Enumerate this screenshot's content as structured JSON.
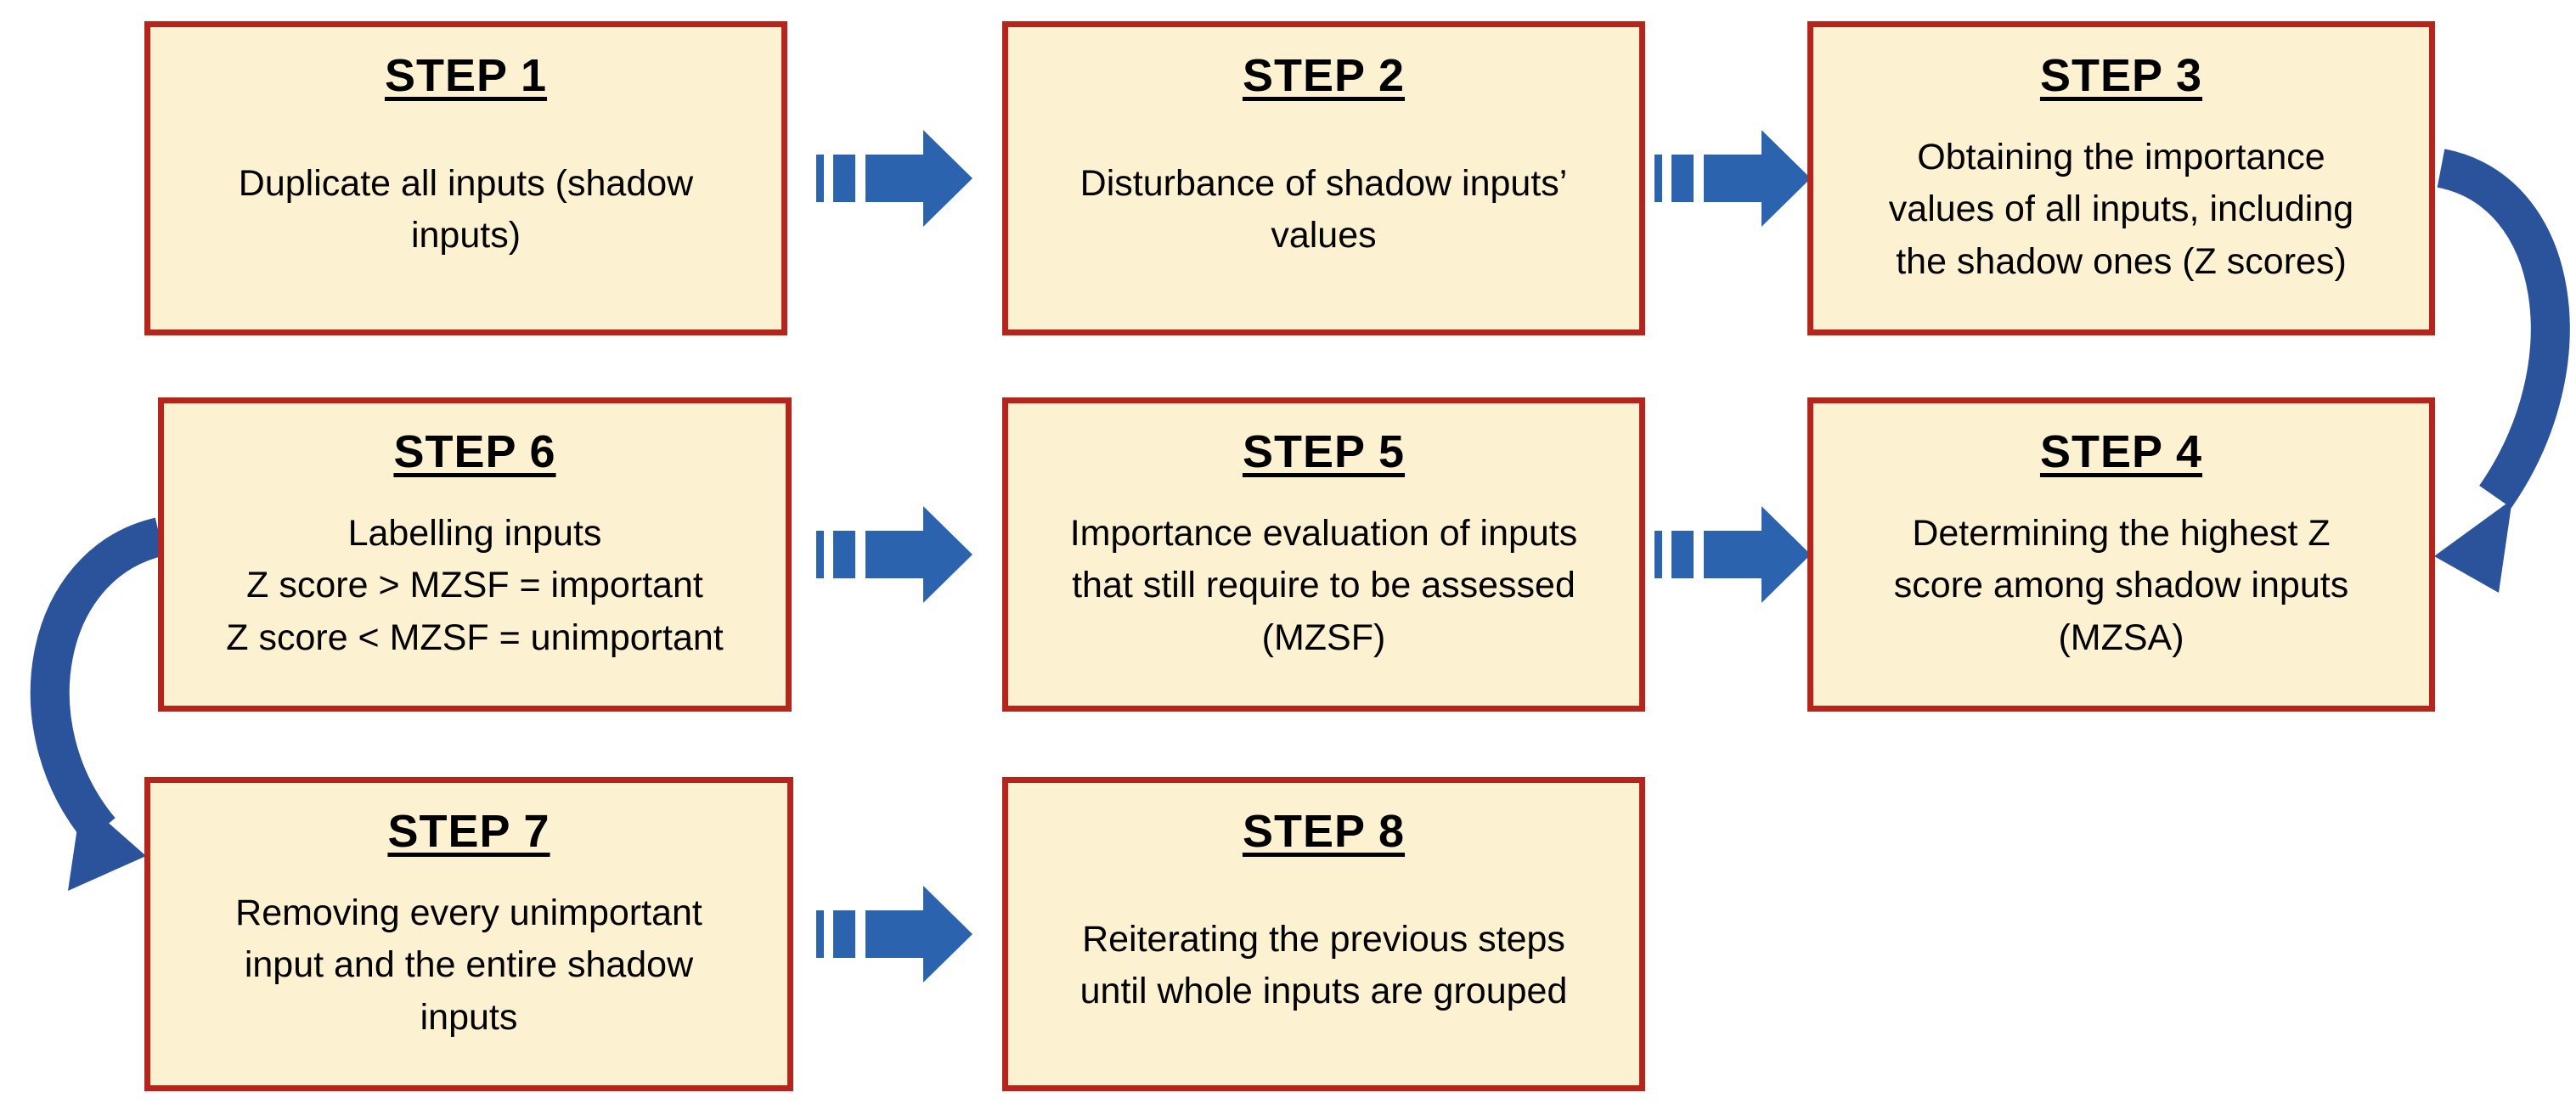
{
  "figure": {
    "type": "flowchart",
    "description": "Eight-step boxed procedure with blue striped arrows and two curved connector arrows"
  },
  "colors": {
    "box_fill": "#fcf1d1",
    "box_border": "#b5251c",
    "straight_arrow": "#2b63ae",
    "curved_arrow": "#2a539b",
    "text": "#000000",
    "page_bg": "#ffffff"
  },
  "steps": [
    {
      "id": 1,
      "title": "STEP 1",
      "body": "Duplicate all inputs (shadow\ninputs)"
    },
    {
      "id": 2,
      "title": "STEP 2",
      "body": "Disturbance of shadow inputs’\nvalues"
    },
    {
      "id": 3,
      "title": "STEP 3",
      "body": "Obtaining the importance\nvalues of all inputs, including\nthe shadow ones (Z scores)"
    },
    {
      "id": 4,
      "title": "STEP 4",
      "body": "Determining the highest Z\nscore among shadow inputs\n(MZSA)"
    },
    {
      "id": 5,
      "title": "STEP 5",
      "body": "Importance evaluation of inputs\nthat still require to be assessed\n(MZSF)"
    },
    {
      "id": 6,
      "title": "STEP 6",
      "body": "Labelling inputs\nZ score > MZSF = important\nZ score < MZSF = unimportant"
    },
    {
      "id": 7,
      "title": "STEP 7",
      "body": "Removing every unimportant\ninput and the entire shadow\ninputs"
    },
    {
      "id": 8,
      "title": "STEP 8",
      "body": "Reiterating the previous steps\nuntil whole inputs are grouped"
    }
  ],
  "connections": [
    {
      "between": [
        "STEP 1",
        "STEP 2"
      ],
      "arrow": "striped-block-arrow",
      "direction": "right"
    },
    {
      "between": [
        "STEP 2",
        "STEP 3"
      ],
      "arrow": "striped-block-arrow",
      "direction": "right"
    },
    {
      "between": [
        "STEP 3",
        "STEP 4"
      ],
      "arrow": "curved-arrow",
      "direction": "down along right side into STEP 4"
    },
    {
      "between": [
        "STEP 6",
        "STEP 5"
      ],
      "arrow": "striped-block-arrow",
      "direction": "right"
    },
    {
      "between": [
        "STEP 5",
        "STEP 4"
      ],
      "arrow": "striped-block-arrow",
      "direction": "right"
    },
    {
      "between": [
        "STEP 6",
        "STEP 7"
      ],
      "arrow": "curved-arrow",
      "direction": "down along left side into STEP 7"
    },
    {
      "between": [
        "STEP 7",
        "STEP 8"
      ],
      "arrow": "striped-block-arrow",
      "direction": "right"
    }
  ]
}
